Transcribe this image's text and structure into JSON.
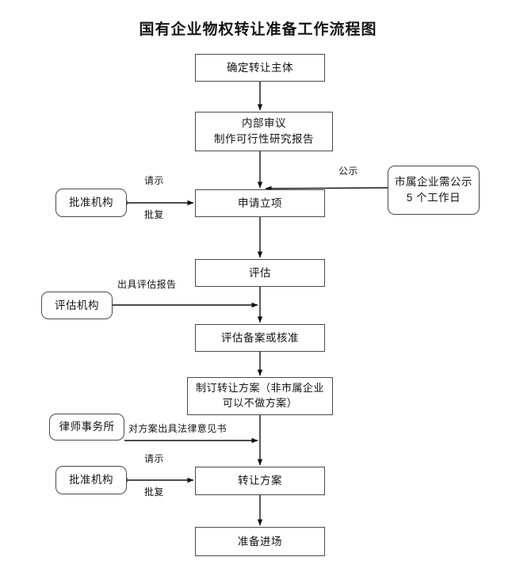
{
  "title": "国有企业物权转让准备工作流程图",
  "nodes": {
    "determine_subject": {
      "label": "确定转让主体"
    },
    "internal_review_l1": {
      "label": "内部审议"
    },
    "internal_review_l2": {
      "label": "制作可行性研究报告"
    },
    "approval_org_top": {
      "label": "批准机构"
    },
    "apply_project": {
      "label": "申请立项"
    },
    "city_enterprise_l1": {
      "label": "市属企业需公示"
    },
    "city_enterprise_l2": {
      "label": "5 个工作日"
    },
    "assessment": {
      "label": "评估"
    },
    "assessment_org": {
      "label": "评估机构"
    },
    "assessment_record": {
      "label": "评估备案或核准"
    },
    "make_plan_l1": {
      "label": "制订转让方案（非市属企业"
    },
    "make_plan_l2": {
      "label": "可以不做方案）"
    },
    "law_firm": {
      "label": "律师事务所"
    },
    "transfer_plan": {
      "label": "转让方案"
    },
    "prepare_entry": {
      "label": "准备进场"
    }
  },
  "edge_labels": {
    "request_top": "请示",
    "reply_top": "批复",
    "publicity": "公示",
    "issue_assessment_report": "出具评估报告",
    "legal_opinion": "对方案出具法律意见书",
    "request_bottom": "请示",
    "reply_bottom": "批复"
  },
  "colors": {
    "stroke": "#4a4a4a",
    "arrow": "#111111",
    "text": "#141414",
    "background": "#ffffff"
  }
}
